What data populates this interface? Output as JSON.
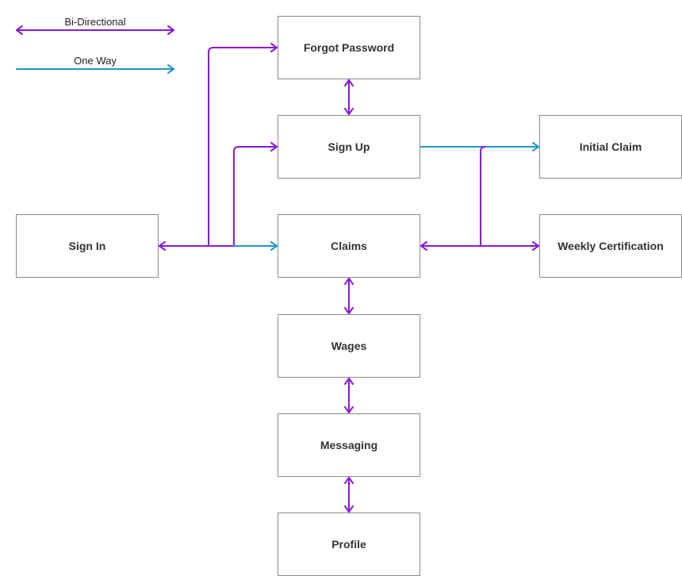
{
  "colors": {
    "bi": "#8a16e0",
    "one": "#1d98c8"
  },
  "legend": {
    "bi_directional": "Bi-Directional",
    "one_way": "One Way"
  },
  "nodes": {
    "forgot_password": "Forgot Password",
    "sign_up": "Sign Up",
    "initial_claim": "Initial Claim",
    "sign_in": "Sign In",
    "claims": "Claims",
    "weekly_certification": "Weekly Certification",
    "wages": "Wages",
    "messaging": "Messaging",
    "profile": "Profile"
  },
  "connections": [
    {
      "from": "Sign In",
      "to": "Forgot Password",
      "type": "bi-directional"
    },
    {
      "from": "Sign In",
      "to": "Sign Up",
      "type": "bi-directional"
    },
    {
      "from": "Sign In",
      "to": "Claims",
      "type": "one-way"
    },
    {
      "from": "Forgot Password",
      "to": "Sign Up",
      "type": "bi-directional"
    },
    {
      "from": "Sign Up",
      "to": "Initial Claim",
      "type": "one-way"
    },
    {
      "from": "Claims",
      "to": "Weekly Certification",
      "type": "bi-directional"
    },
    {
      "from": "Claims",
      "to": "Wages",
      "type": "bi-directional"
    },
    {
      "from": "Wages",
      "to": "Messaging",
      "type": "bi-directional"
    },
    {
      "from": "Messaging",
      "to": "Profile",
      "type": "bi-directional"
    }
  ]
}
